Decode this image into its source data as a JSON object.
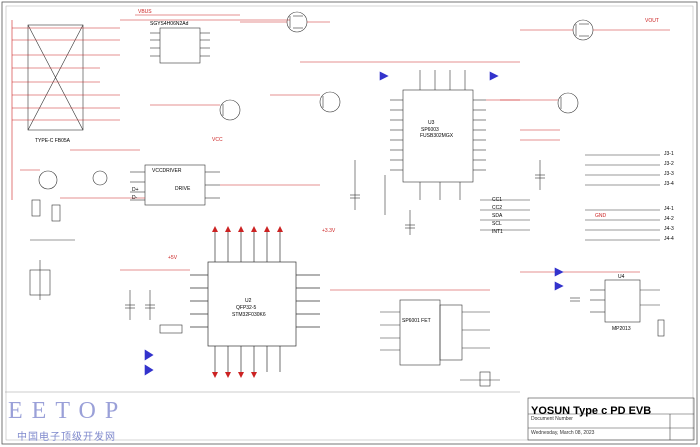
{
  "title_block": {
    "title": "YOSUN Type c PD EVB",
    "doc_label": "Document Number",
    "date_label": "Wednesday, March 08, 2023"
  },
  "watermark": {
    "brand": "EETOP",
    "tagline": "中国电子顶级开发网"
  },
  "chips": {
    "u_controller": {
      "name": "SP6001 FET",
      "ref": "U3",
      "line2": "SP6003"
    },
    "u_mcu": {
      "ref": "U2",
      "line1": "QFP32-5",
      "line2": "STM32F030K6"
    },
    "u_ldo": {
      "ref": "U4",
      "name": "MP2013"
    },
    "u_pd": {
      "name": "FUSB302MGX"
    },
    "u_mux": {
      "name": "SGYS4H06N2Ad"
    },
    "u_driver": {
      "name": "VCCDRIVER",
      "pin": "DRIVE"
    }
  },
  "connectors": {
    "left_header": "TYPE-C FB05A",
    "right_hdr1": [
      "J3-1",
      "J3-2",
      "J3-3",
      "J3-4"
    ],
    "right_hdr2": [
      "J4-1",
      "J4-2",
      "J4-3",
      "J4-4"
    ]
  },
  "net_labels": {
    "vbus": "VBUS",
    "vout": "VOUT",
    "gnd": "GND",
    "vcc": "VCC",
    "d_plus": "D+",
    "d_minus": "D-",
    "cc1": "CC1",
    "cc2": "CC2",
    "sda": "SDA",
    "scl": "SCL",
    "int": "INT1",
    "vdd": "+3.3V",
    "v5": "+5V"
  }
}
